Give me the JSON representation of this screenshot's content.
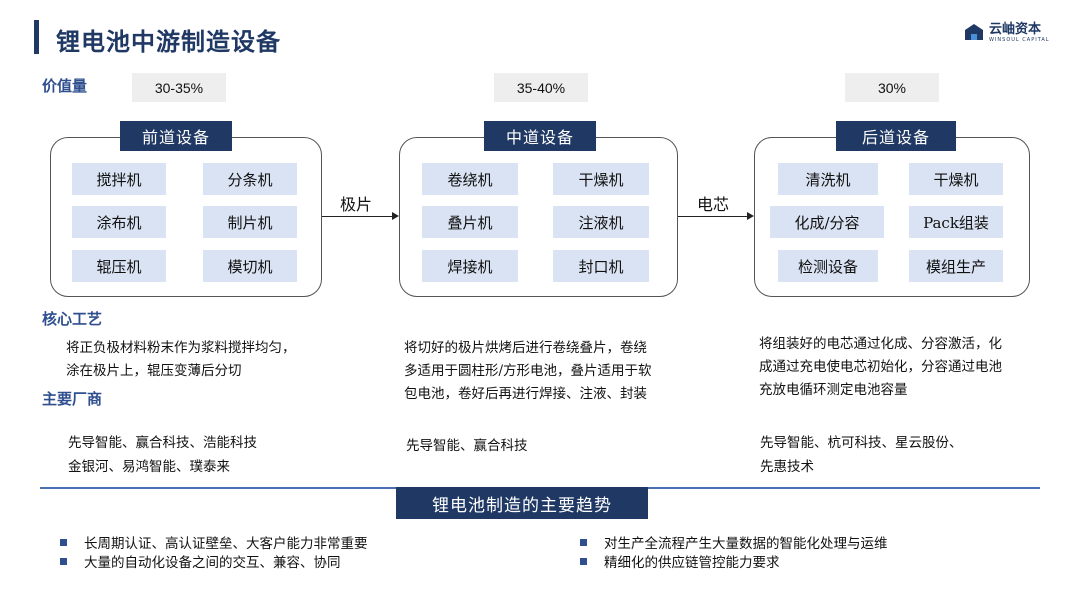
{
  "title": "锂电池中游制造设备",
  "logo": {
    "cn": "云岫资本",
    "en": "WINSOUL CAPITAL"
  },
  "labels": {
    "value": "价值量",
    "process": "核心工艺",
    "vendors": "主要厂商"
  },
  "percentages": [
    "30-35%",
    "35-40%",
    "30%"
  ],
  "stages": [
    {
      "title": "前道设备",
      "machines": [
        "搅拌机",
        "分条机",
        "涂布机",
        "制片机",
        "辊压机",
        "模切机"
      ]
    },
    {
      "title": "中道设备",
      "machines": [
        "卷绕机",
        "干燥机",
        "叠片机",
        "注液机",
        "焊接机",
        "封口机"
      ]
    },
    {
      "title": "后道设备",
      "machines": [
        "清洗机",
        "干燥机",
        "化成/分容",
        "Pack组装",
        "检测设备",
        "模组生产"
      ]
    }
  ],
  "arrows": [
    "极片",
    "电芯"
  ],
  "process": [
    [
      "将正负极材料粉末作为浆料搅拌均匀，",
      "涂在极片上，辊压变薄后分切"
    ],
    [
      "将切好的极片烘烤后进行卷绕叠片，卷绕",
      "多适用于圆柱形/方形电池，叠片适用于软",
      "包电池，卷好后再进行焊接、注液、封装"
    ],
    [
      "将组装好的电芯通过化成、分容激活，化",
      "成通过充电使电芯初始化，分容通过电池",
      "充放电循环测定电池容量"
    ]
  ],
  "vendors": [
    [
      "先导智能、赢合科技、浩能科技",
      "金银河、易鸿智能、璞泰来"
    ],
    [
      "先导智能、赢合科技"
    ],
    [
      "先导智能、杭可科技、星云股份、",
      "先惠技术"
    ]
  ],
  "trends": {
    "title": "锂电池制造的主要趋势",
    "items": [
      "长周期认证、高认证壁垒、大客户能力非常重要",
      "大量的自动化设备之间的交互、兼容、协同",
      "对生产全流程产生大量数据的智能化处理与运维",
      "精细化的供应链管控能力要求"
    ]
  }
}
